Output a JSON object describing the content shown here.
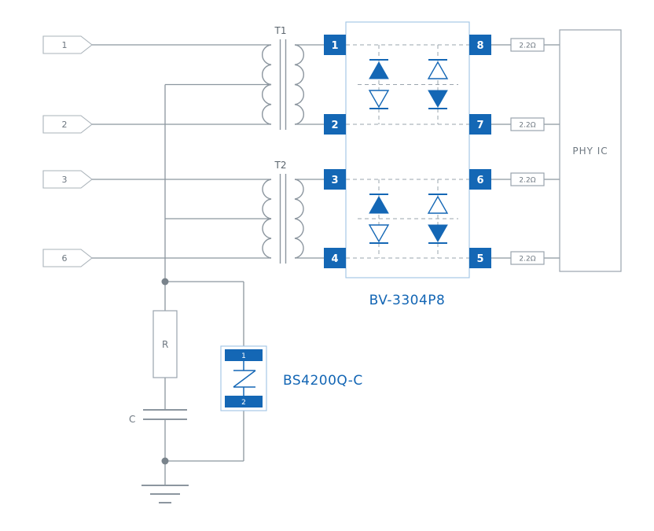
{
  "colors": {
    "accent_blue": "#1467b5",
    "label_blue": "#1265b4",
    "light_blue_outline": "#9ec4e4",
    "wire_gray": "#8c969f",
    "outline_gray": "#9aa4ad",
    "text_gray": "#6d7780",
    "junction_gray": "#79838b"
  },
  "input_tags": [
    {
      "label": "1"
    },
    {
      "label": "2"
    },
    {
      "label": "3"
    },
    {
      "label": "6"
    }
  ],
  "transformers": [
    {
      "label": "T1"
    },
    {
      "label": "T2"
    }
  ],
  "ic": {
    "label": "BV-3304P8",
    "left_pins": [
      "1",
      "2",
      "3",
      "4"
    ],
    "right_pins": [
      "8",
      "7",
      "6",
      "5"
    ]
  },
  "resistors": [
    {
      "label": "2.2Ω"
    },
    {
      "label": "2.2Ω"
    },
    {
      "label": "2.2Ω"
    },
    {
      "label": "2.2Ω"
    }
  ],
  "phy_ic": {
    "label": "PHY IC"
  },
  "protector": {
    "label": "BS4200Q-C",
    "pins": [
      "1",
      "2"
    ]
  },
  "rc_network": {
    "resistor": "R",
    "capacitor": "C"
  }
}
